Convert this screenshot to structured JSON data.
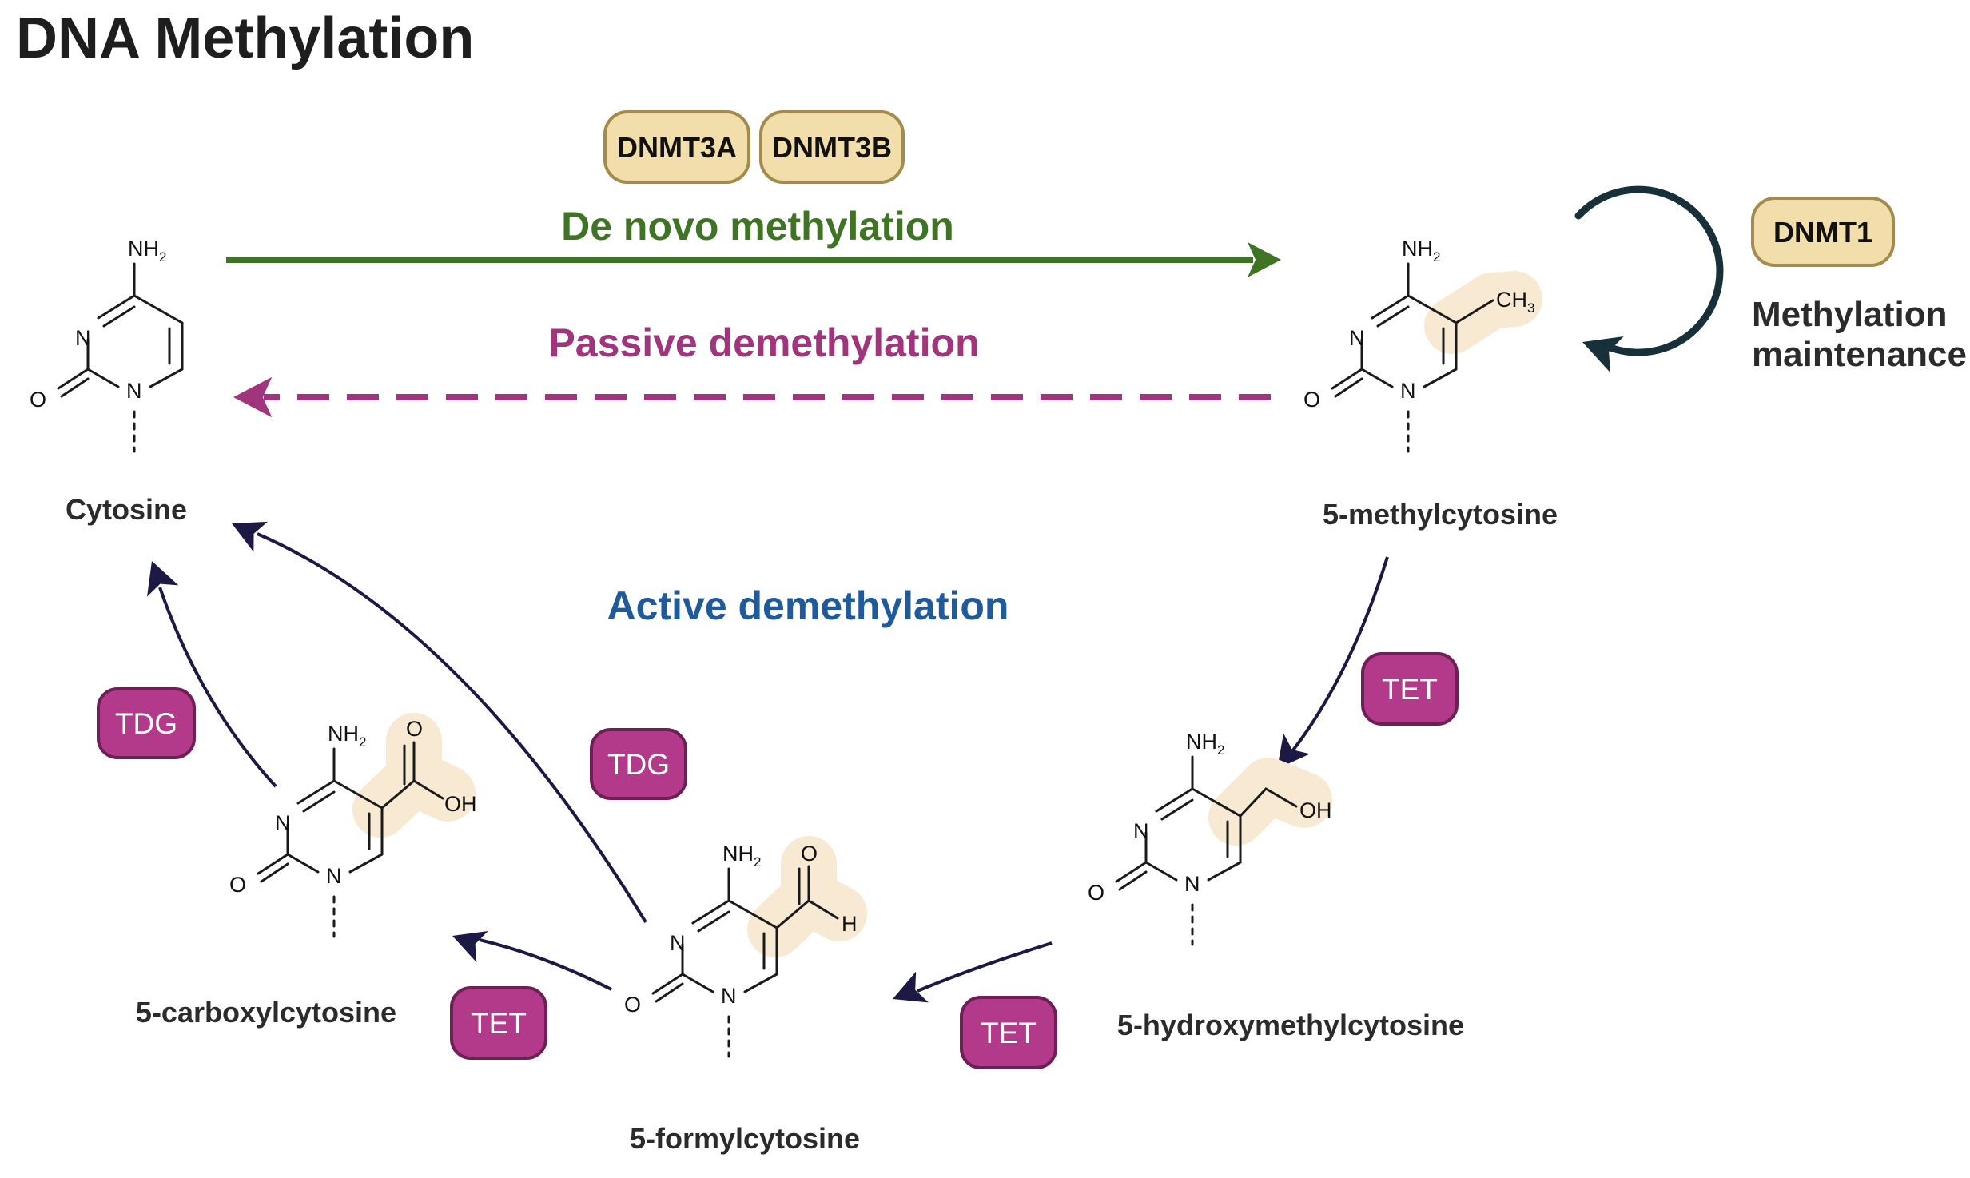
{
  "title": "DNA Methylation",
  "colors": {
    "de_novo": "#3f7424",
    "passive": "#a0357e",
    "active": "#1f5a9a",
    "arrow_dark": "#1c1a45",
    "cycle_arrow": "#17303a",
    "enzyme_yellow_fill": "#f1deaa",
    "enzyme_yellow_stroke": "#a48a4d",
    "enzyme_magenta_fill": "#b33a8a",
    "enzyme_magenta_stroke": "#6e1f55",
    "highlight": "#f7e9d2"
  },
  "processes": {
    "de_novo": "De novo methylation",
    "passive": "Passive demethylation",
    "active": "Active demethylation",
    "maintenance_line1": "Methylation",
    "maintenance_line2": "maintenance"
  },
  "enzymes": {
    "dnmt3a": "DNMT3A",
    "dnmt3b": "DNMT3B",
    "dnmt1": "DNMT1",
    "tet": "TET",
    "tdg": "TDG"
  },
  "molecules": {
    "cytosine": "Cytosine",
    "mc": "5-methylcytosine",
    "hmc": "5-hydroxymethylcytosine",
    "fc": "5-formylcytosine",
    "cac": "5-carboxylcytosine"
  },
  "atoms": {
    "n": "N",
    "o": "O",
    "h": "H",
    "oh": "OH",
    "nh": "NH",
    "nh_sub": "2",
    "ch": "CH",
    "ch_sub": "3"
  }
}
